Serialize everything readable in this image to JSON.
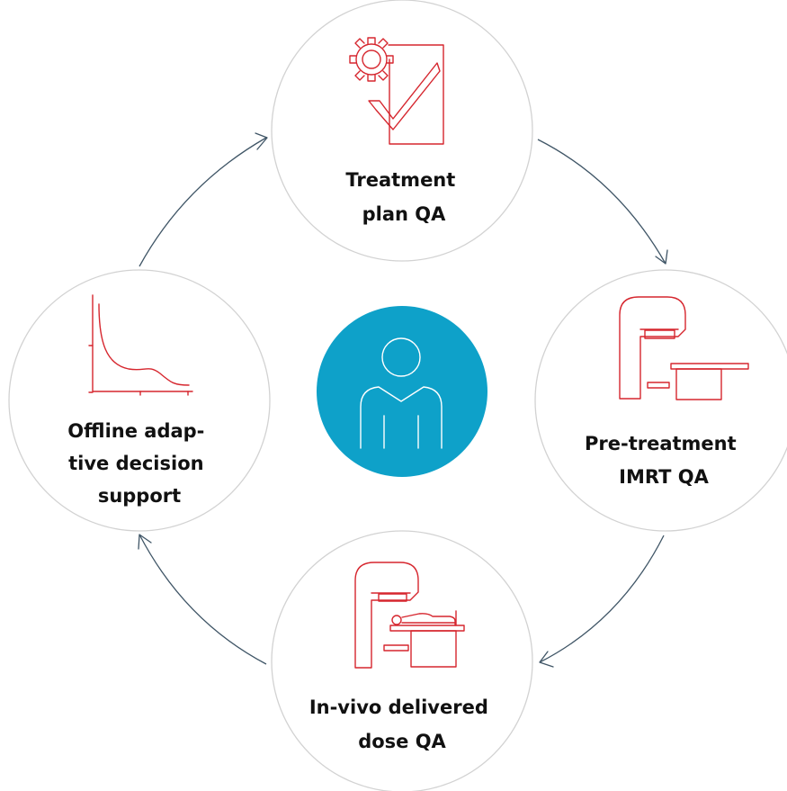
{
  "colors": {
    "accent_red": "#d6262e",
    "center_blue": "#0ea1c9",
    "arrow": "#3f5566",
    "circle_outline": "#d2d2d2",
    "label_text": "#111111"
  },
  "center": {
    "icon": "person-icon"
  },
  "nodes": [
    {
      "id": "treatment-plan-qa",
      "icon": "gear-checklist-icon",
      "label_lines": [
        "Treatment",
        "plan QA"
      ]
    },
    {
      "id": "pre-treatment-imrt-qa",
      "icon": "linac-couch-icon",
      "label_lines": [
        "Pre-treatment",
        "IMRT QA"
      ]
    },
    {
      "id": "in-vivo-delivered-dose-qa",
      "icon": "linac-patient-icon",
      "label_lines": [
        "In-vivo delivered",
        "dose QA"
      ]
    },
    {
      "id": "offline-adaptive-decision-support",
      "icon": "dose-curve-chart-icon",
      "label_lines": [
        "Offline adap-",
        "tive decision",
        "support"
      ]
    }
  ]
}
